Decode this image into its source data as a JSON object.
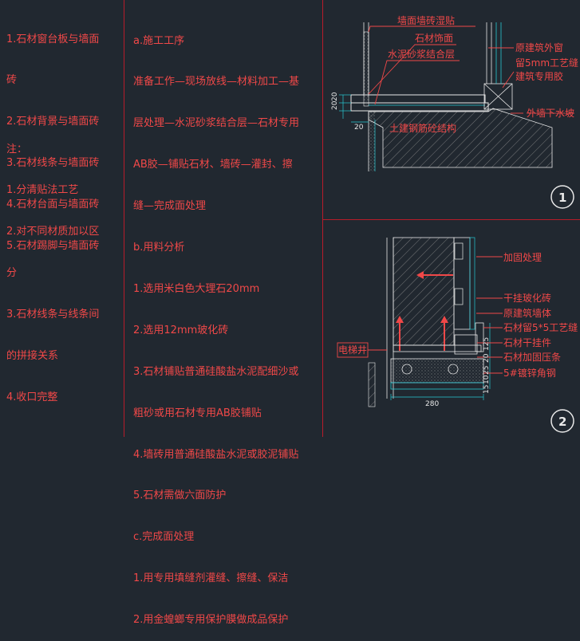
{
  "left_panel": {
    "items": [
      "1.石材窗台板与墙面",
      "砖",
      "2.石材背景与墙面砖",
      "3.石材线条与墙面砖",
      "4.石材台面与墙面砖",
      "5.石材踢脚与墙面砖"
    ],
    "notes": [
      "注：",
      "1.分清贴法工艺",
      "2.对不同材质加以区",
      "分",
      "3.石材线条与线条间",
      "的拼接关系",
      "4.收口完整"
    ]
  },
  "mid_panel": {
    "lines": [
      "a.施工工序",
      "准备工作—现场放线—材料加工—基",
      "层处理—水泥砂浆结合层—石材专用",
      "AB胶—铺贴石材、墙砖—灌封、擦",
      "缝—完成面处理",
      "b.用料分析",
      "1.选用米白色大理石20mm",
      "2.选用12mm玻化砖",
      "3.石材铺贴普通硅酸盐水泥配细沙或",
      "粗砂或用石材专用AB胶铺贴",
      "4.墙砖用普通硅酸盐水泥或胶泥铺贴",
      "5.石材需做六面防护",
      "c.完成面处理",
      "1.用专用填缝剂灌缝、擦缝、保洁",
      "2.用金蝗螂专用保护膜做成品保护"
    ]
  },
  "detail1": {
    "labels": {
      "wall_tile": "墙面墙砖湿贴",
      "stone_finish": "石材饰面",
      "mortar": "水泥砂浆结合层",
      "window": "原建筑外窗",
      "gap1": "留5mm工艺缝",
      "gap2": "建筑专用胶",
      "drip": "外墙下水坡",
      "structure": "土建钢筋砼结构"
    },
    "dims": [
      "20",
      "20",
      "20"
    ],
    "number": "1"
  },
  "detail2": {
    "labels": {
      "reinforce": "加固处理",
      "dry_hang_tile": "干挂玻化砖",
      "orig_wall": "原建筑墙体",
      "stone_gap": "石材留5*5工艺缝",
      "stone_pendant": "石材干挂件",
      "stone_press": "石材加固压条",
      "angle_steel": "5#镀锌角钢",
      "elevator": "电梯井"
    },
    "dims": [
      "125",
      "20",
      "25",
      "10",
      "280",
      "15"
    ],
    "number": "2"
  },
  "colors": {
    "background": "#212830",
    "red": "#f04848",
    "cyan": "#27c7d3",
    "white": "#e8e8e8"
  }
}
